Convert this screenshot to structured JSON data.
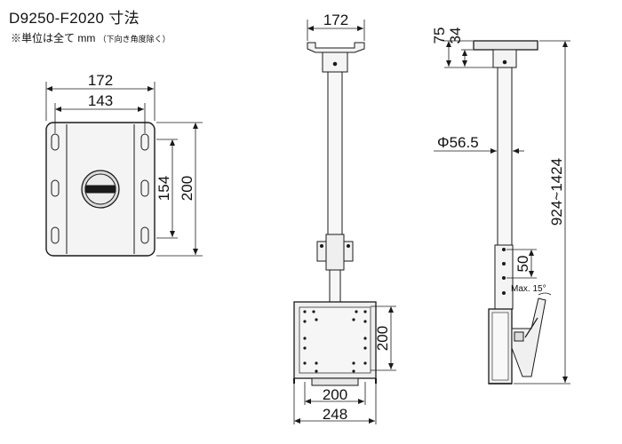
{
  "header": {
    "model_title": "D9250-F2020",
    "title_suffix": "寸法",
    "note_main": "※単位は全て mm",
    "note_sub": "（下向き角度除く）"
  },
  "left_plate": {
    "dim_outer_width": "172",
    "dim_inner_width": "143",
    "dim_inner_height": "154",
    "dim_outer_height": "200"
  },
  "front_view": {
    "dim_top_width": "172",
    "dim_plate_height": "200",
    "dim_hole_width": "200",
    "dim_overall_width": "248"
  },
  "side_view": {
    "dim_top_75": "75",
    "dim_top_34": "34",
    "dim_pipe_diameter": "Φ56.5",
    "dim_length_range": "924~1424",
    "dim_pitch": "50",
    "tilt_label": "Max. 15°"
  },
  "colors": {
    "line": "#1a1a1a",
    "fill_light": "#f2f2f2",
    "fill_mid": "#d9d9d9"
  }
}
